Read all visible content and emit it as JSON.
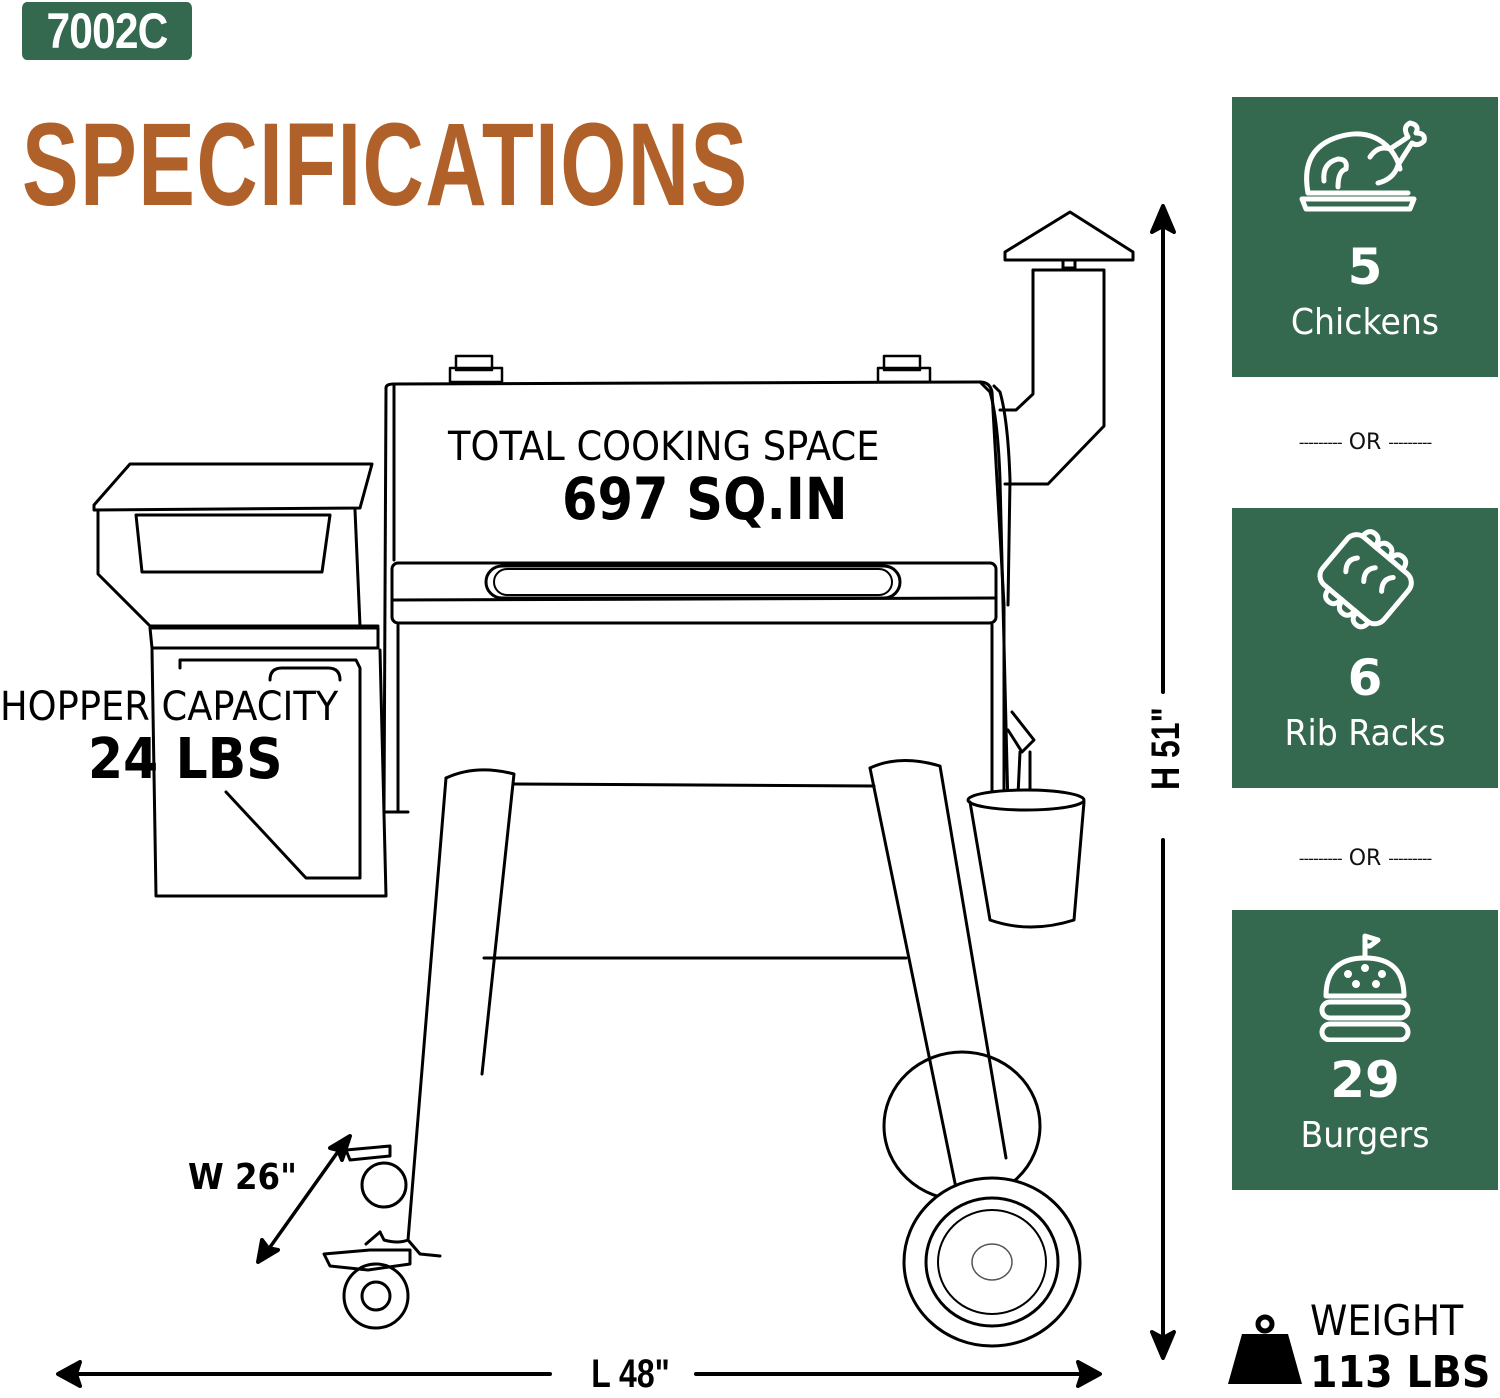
{
  "header": {
    "model": "7002C",
    "title": "SPECIFICATIONS"
  },
  "colors": {
    "badge_green": "#34684f",
    "title_orange": "#b0612a",
    "card_green": "#34684f",
    "text_dark": "#000000"
  },
  "grill": {
    "cooking_space": {
      "label": "TOTAL COOKING SPACE",
      "value": "697 SQ.IN"
    },
    "hopper": {
      "label": "HOPPER CAPACITY",
      "value": "24 LBS"
    },
    "dimensions": {
      "width": "W 26\"",
      "length": "L 48\"",
      "height": "H 51\""
    }
  },
  "capacity_cards": [
    {
      "icon": "roast-chicken-icon",
      "count": "5",
      "label": "Chickens"
    },
    {
      "icon": "rib-rack-icon",
      "count": "6",
      "label": "Rib Racks"
    },
    {
      "icon": "burger-icon",
      "count": "29",
      "label": "Burgers"
    }
  ],
  "separators": [
    {
      "dash_left": "---------",
      "text": "OR",
      "dash_right": "---------"
    },
    {
      "dash_left": "---------",
      "text": "OR",
      "dash_right": "---------"
    }
  ],
  "weight": {
    "icon": "weight-icon",
    "label": "WEIGHT",
    "value": "113 LBS"
  }
}
